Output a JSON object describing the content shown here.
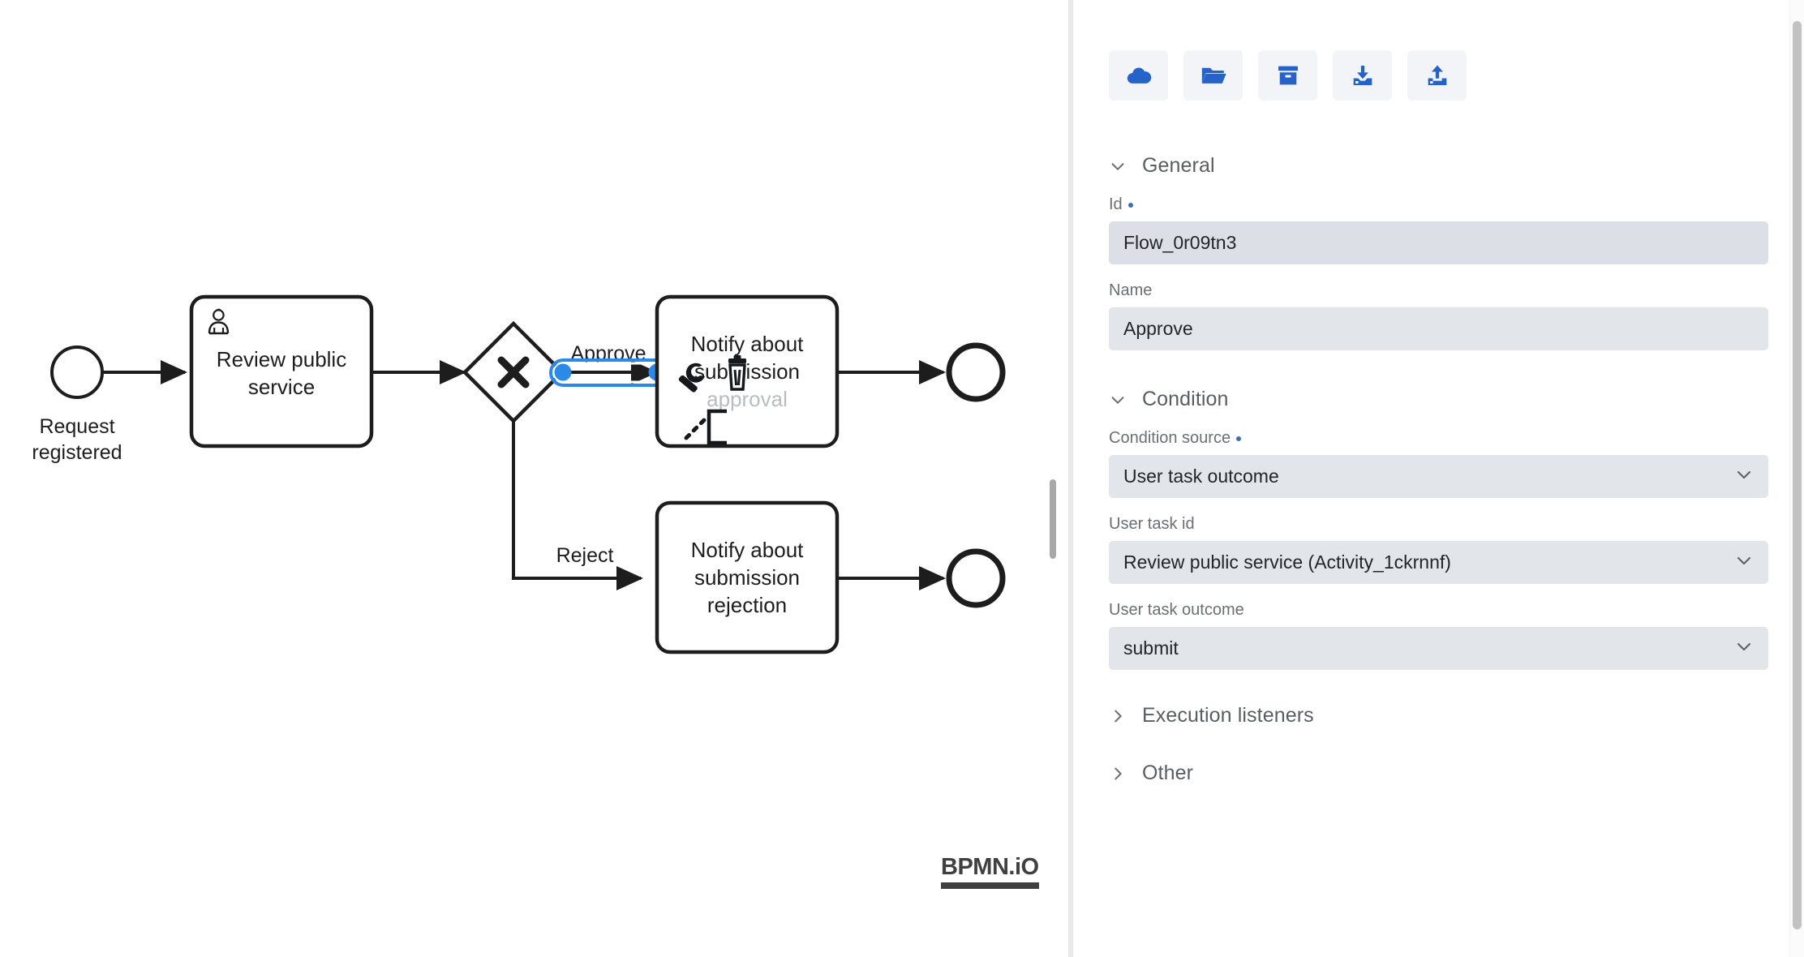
{
  "toolbar": {
    "buttons": [
      {
        "name": "cloud-icon",
        "label": "Deploy to cloud"
      },
      {
        "name": "folder-open-icon",
        "label": "Open file"
      },
      {
        "name": "archive-icon",
        "label": "Archive"
      },
      {
        "name": "download-icon",
        "label": "Download"
      },
      {
        "name": "upload-icon",
        "label": "Upload"
      }
    ]
  },
  "panel": {
    "sections": {
      "general": {
        "title": "General",
        "expanded": true,
        "fields": {
          "id": {
            "label": "Id",
            "value": "Flow_0r09tn3",
            "required": true
          },
          "name": {
            "label": "Name",
            "value": "Approve",
            "required": false
          }
        }
      },
      "condition": {
        "title": "Condition",
        "expanded": true,
        "fields": {
          "condition_source": {
            "label": "Condition source",
            "value": "User task outcome",
            "required": true
          },
          "user_task_id": {
            "label": "User task id",
            "value": "Review public service (Activity_1ckrnnf)",
            "required": false
          },
          "user_task_outcome": {
            "label": "User task outcome",
            "value": "submit",
            "required": false
          }
        }
      },
      "execution_listeners": {
        "title": "Execution listeners",
        "expanded": false
      },
      "other": {
        "title": "Other",
        "expanded": false
      }
    }
  },
  "diagram": {
    "logo": "BPMN.iO",
    "start_event": {
      "label_line1": "Request",
      "label_line2": "registered"
    },
    "user_task": {
      "line1": "Review public",
      "line2": "service"
    },
    "gateway": {
      "marker": "X"
    },
    "flows": {
      "approve": {
        "label": "Approve",
        "selected": true
      },
      "reject": {
        "label": "Reject",
        "selected": false
      }
    },
    "task_approval": {
      "line1": "Notify about",
      "line2": "submission",
      "line3": "approval"
    },
    "task_rejection": {
      "line1": "Notify about",
      "line2": "submission",
      "line3": "rejection"
    },
    "context_pad": [
      {
        "name": "wrench-icon"
      },
      {
        "name": "trash-icon"
      },
      {
        "name": "association-connector-icon"
      }
    ]
  },
  "colors": {
    "accent_blue": "#2563c9",
    "selection_blue": "#2b8ae8",
    "field_bg": "#e2e5ea",
    "id_field_bg": "#dcdfe5",
    "stroke_black": "#1d1d1d",
    "label_grey": "#6b6e74"
  }
}
